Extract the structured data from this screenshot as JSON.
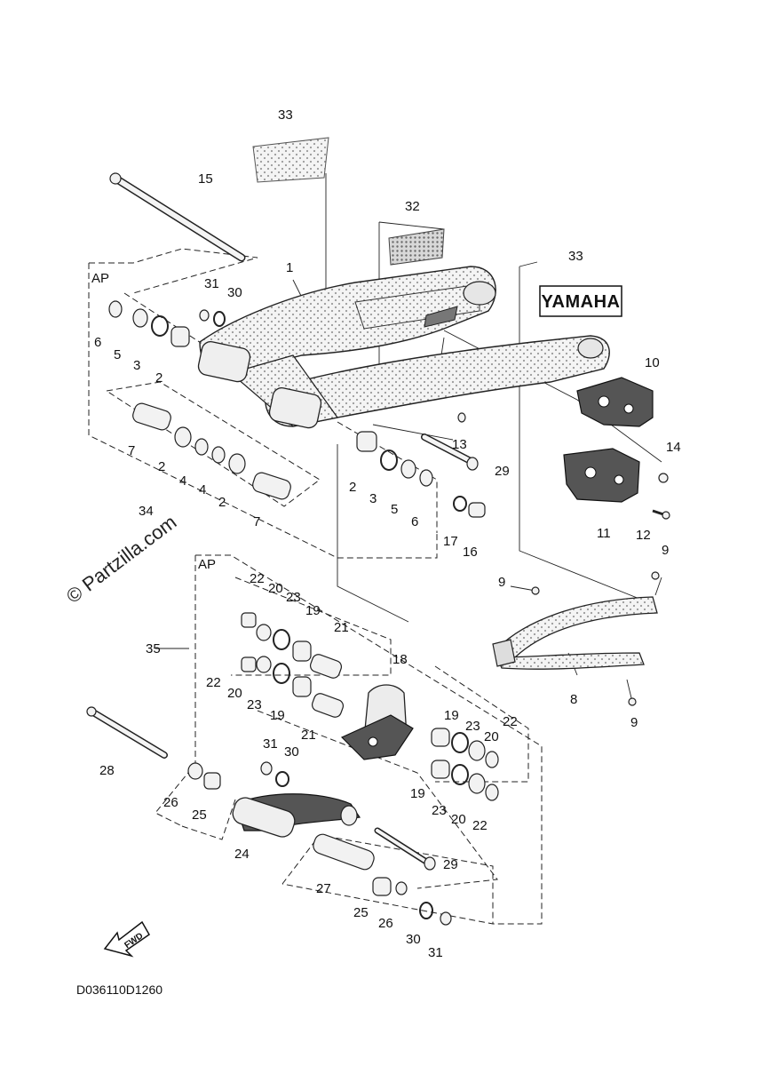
{
  "diagram": {
    "code": "D036110D1260",
    "watermark": "© Partzilla.com",
    "fwd_label": "FWD",
    "decal_text": "YAMAHA",
    "group_ap_upper": "AP",
    "group_ap_lower": "AP",
    "callouts": {
      "c1": "1",
      "c2a": "2",
      "c2b": "2",
      "c2c": "2",
      "c2d": "2",
      "c3a": "3",
      "c3b": "3",
      "c4a": "4",
      "c4b": "4",
      "c5a": "5",
      "c5b": "5",
      "c6a": "6",
      "c6b": "6",
      "c7a": "7",
      "c7b": "7",
      "c8": "8",
      "c9a": "9",
      "c9b": "9",
      "c9c": "9",
      "c10": "10",
      "c11": "11",
      "c12": "12",
      "c13": "13",
      "c14": "14",
      "c15": "15",
      "c16": "16",
      "c17": "17",
      "c18": "18",
      "c19a": "19",
      "c19b": "19",
      "c19c": "19",
      "c19d": "19",
      "c20a": "20",
      "c20b": "20",
      "c20c": "20",
      "c20d": "20",
      "c21a": "21",
      "c21b": "21",
      "c22a": "22",
      "c22b": "22",
      "c22c": "22",
      "c22d": "22",
      "c23a": "23",
      "c23b": "23",
      "c23c": "23",
      "c23d": "23",
      "c24": "24",
      "c25a": "25",
      "c25b": "25",
      "c26a": "26",
      "c26b": "26",
      "c27": "27",
      "c28": "28",
      "c29a": "29",
      "c29b": "29",
      "c30a": "30",
      "c30b": "30",
      "c30c": "30",
      "c31a": "31",
      "c31b": "31",
      "c31c": "31",
      "c32": "32",
      "c33a": "33",
      "c33b": "33",
      "c34": "34",
      "c35": "35"
    }
  }
}
